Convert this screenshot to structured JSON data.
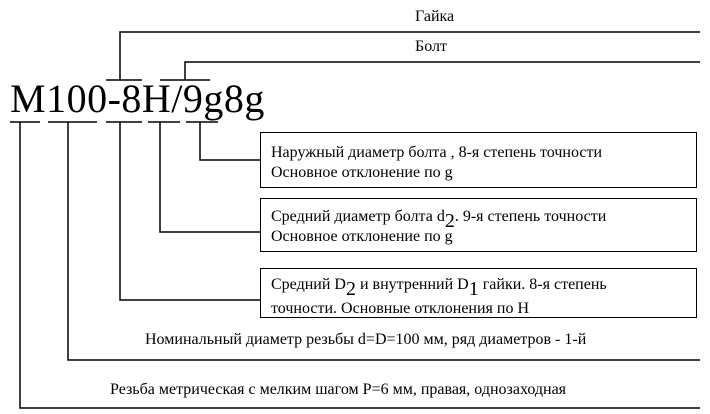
{
  "top_labels": {
    "nut": "Гайка",
    "bolt": "Болт"
  },
  "designation": "M100-8H/9g8g",
  "boxes": {
    "outer_diameter": {
      "line1": "Наружный диаметр болта , 8-я степень точности",
      "line2": "Основное отклонение по g"
    },
    "pitch_diameter": {
      "line1_before": "Средний диаметр болта d",
      "line1_sub": "2",
      "line1_after": ". 9-я степень точности",
      "line2": "Основное отклонение по g"
    },
    "nut_diameters": {
      "line1_a": "Средний D",
      "line1_sub_a": "2",
      "line1_b": " и внутренний D",
      "line1_sub_b": "1",
      "line1_c": " гайки. 8-я степень",
      "line2": "точности. Основные отклонения по H"
    }
  },
  "bottom_labels": {
    "nominal": "Номинальный диаметр резьбы d=D=100 мм, ряд диаметров - 1-й",
    "thread": "Резьба метрическая с мелким  шагом P=6 мм, правая, однозаходная"
  }
}
